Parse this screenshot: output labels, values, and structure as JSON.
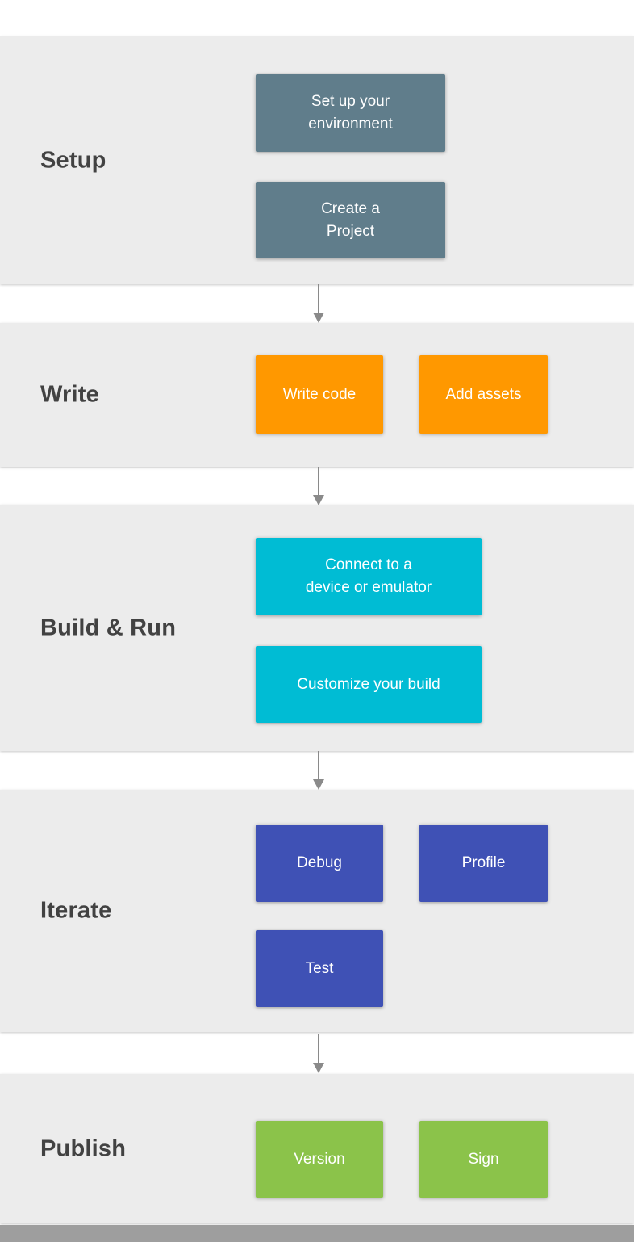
{
  "flow": {
    "section_bg": "#ececec",
    "label_color": "#424242",
    "arrow_color": "#8a8a8a",
    "footer_strip_color": "#9e9e9e",
    "sections": [
      {
        "label": "Setup",
        "button_color": "#607d8b",
        "buttons": [
          {
            "label": "Set up your\nenvironment"
          },
          {
            "label": "Create a\nProject"
          }
        ]
      },
      {
        "label": "Write",
        "button_color": "#ff9800",
        "buttons": [
          {
            "label": "Write code"
          },
          {
            "label": "Add assets"
          }
        ]
      },
      {
        "label": "Build & Run",
        "button_color": "#00bcd4",
        "buttons": [
          {
            "label": "Connect to a\ndevice or emulator"
          },
          {
            "label": "Customize your build"
          }
        ]
      },
      {
        "label": "Iterate",
        "button_color": "#3f51b5",
        "buttons": [
          {
            "label": "Debug"
          },
          {
            "label": "Profile"
          },
          {
            "label": "Test"
          }
        ]
      },
      {
        "label": "Publish",
        "button_color": "#8bc34a",
        "buttons": [
          {
            "label": "Version"
          },
          {
            "label": "Sign"
          }
        ]
      }
    ]
  }
}
